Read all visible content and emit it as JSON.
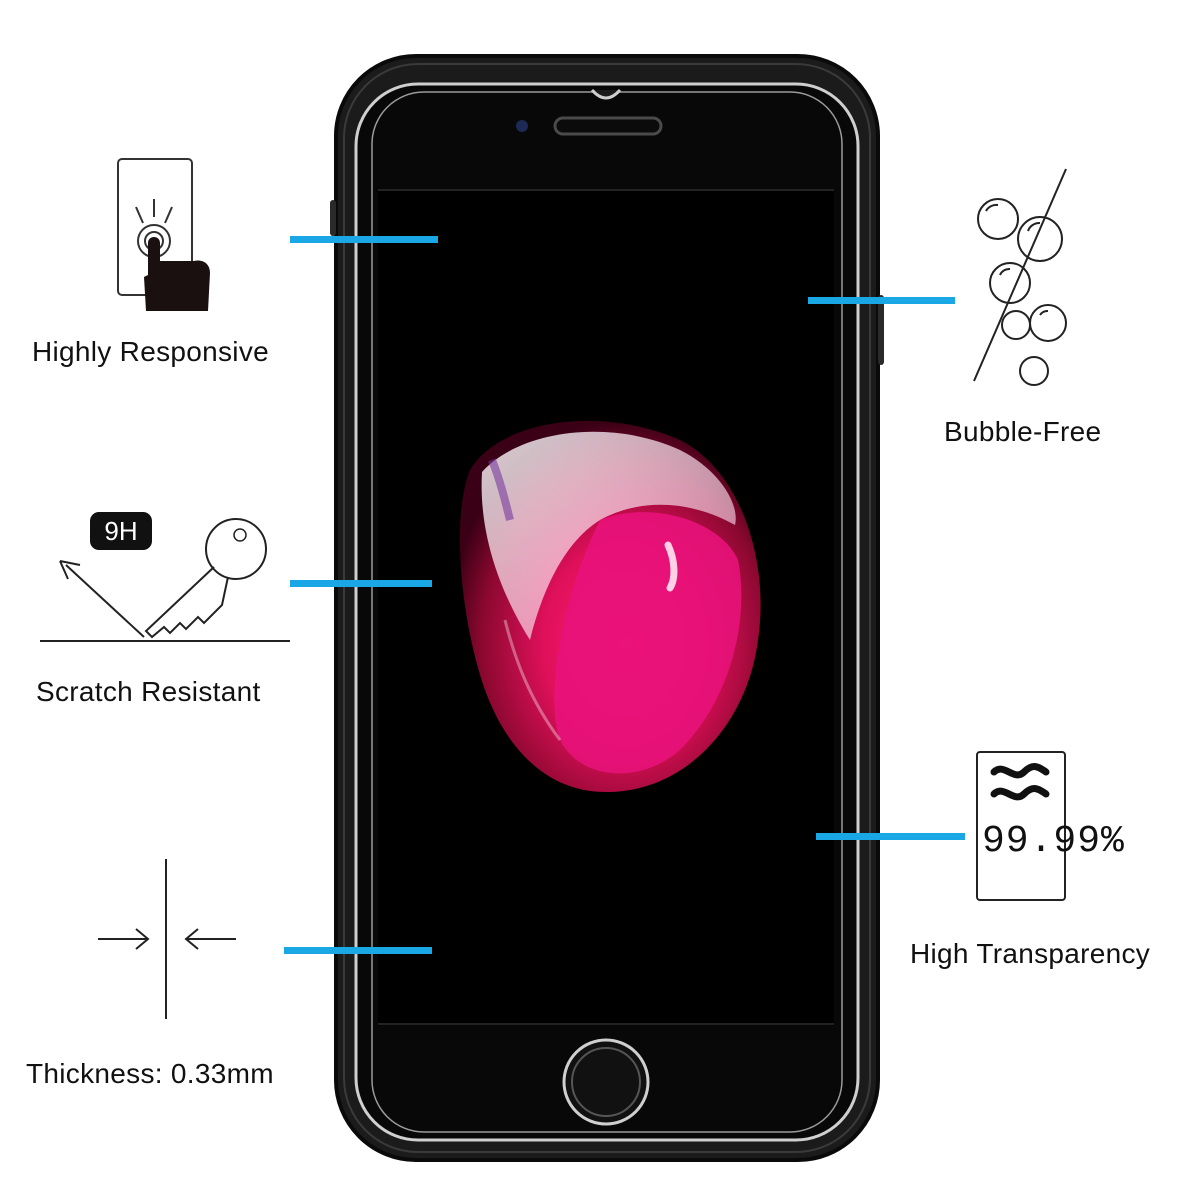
{
  "features": {
    "responsive": {
      "label": "Highly Responsive",
      "icon": "touch-finger-icon"
    },
    "bubble": {
      "label": "Bubble-Free",
      "icon": "bubbles-icon"
    },
    "scratch": {
      "label": "Scratch Resistant",
      "icon": "key-scratch-icon",
      "badge": "9H"
    },
    "transparency": {
      "label": "High Transparency",
      "icon": "transparency-icon",
      "value": "99.99%"
    },
    "thickness": {
      "label": "Thickness: 0.33mm",
      "icon": "thickness-arrows-icon"
    }
  },
  "colors": {
    "pointer": "#1aa7e6",
    "phone_body": "#1b1b1b",
    "screen": "#000000"
  }
}
